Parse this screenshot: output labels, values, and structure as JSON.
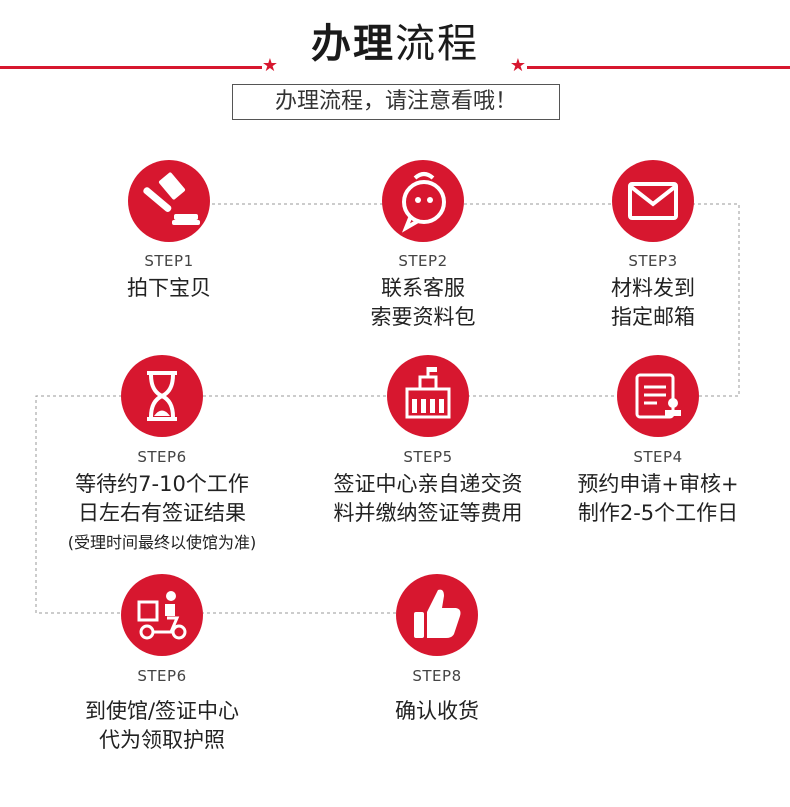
{
  "title": {
    "bold": "办理",
    "rest": "流程"
  },
  "subtitle": "办理流程，请注意看哦！",
  "accent_color": "#d7172f",
  "steps": [
    {
      "step": "STEP1",
      "lines": [
        "拍下宝贝"
      ],
      "icon": "auction-hammer-icon"
    },
    {
      "step": "STEP2",
      "lines": [
        "联系客服",
        "索要资料包"
      ],
      "icon": "chat-face-icon"
    },
    {
      "step": "STEP3",
      "lines": [
        "材料发到",
        "指定邮箱"
      ],
      "icon": "envelope-icon"
    },
    {
      "step": "STEP4",
      "lines": [
        "预约申请+审核+",
        "制作2-5个工作日"
      ],
      "icon": "document-stamp-icon"
    },
    {
      "step": "STEP5",
      "lines": [
        "签证中心亲自递交资",
        "料并缴纳签证等费用"
      ],
      "icon": "building-icon"
    },
    {
      "step": "STEP6",
      "lines": [
        "等待约7-10个工作",
        "日左右有签证结果"
      ],
      "note": "(受理时间最终以使馆为准)",
      "icon": "hourglass-icon"
    },
    {
      "step": "STEP6",
      "lines": [
        "到使馆/签证中心",
        "代为领取护照"
      ],
      "icon": "delivery-scooter-icon"
    },
    {
      "step": "STEP8",
      "lines": [
        "确认收货"
      ],
      "icon": "thumbs-up-icon"
    }
  ]
}
